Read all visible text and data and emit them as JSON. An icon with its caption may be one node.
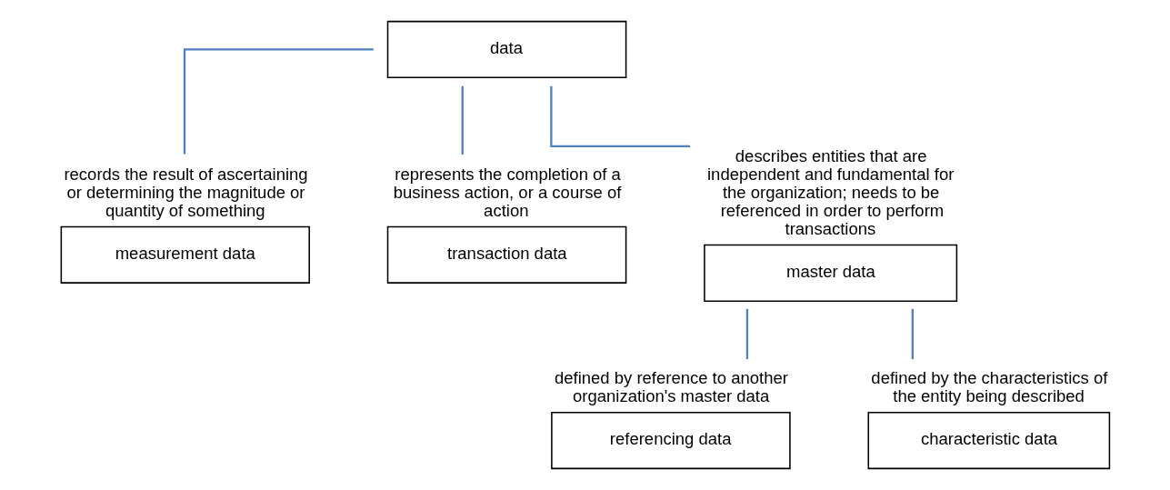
{
  "diagram": {
    "nodes": [
      {
        "text": [
          "data"
        ]
      },
      {
        "text": [
          "measurement data"
        ],
        "beside": [
          "records the result of ascertaining or determining the magnitude or quantity of something"
        ]
      },
      {
        "text": [
          "transaction data"
        ],
        "beside": [
          "represents the completion of a business action, or a course of action"
        ]
      },
      {
        "text": [
          "master data"
        ],
        "beside": [
          "describes entities that are independent and fundamental for the organization; needs to be referenced in order to perform transactions"
        ]
      },
      {
        "text": [
          "referencing data"
        ],
        "beside": [
          "defined by reference to another organization's master data"
        ]
      },
      {
        "text": [
          "characteristic data"
        ],
        "beside": [
          "defined by the characteristics of the entity being described"
        ]
      }
    ],
    "edges": [
      {
        "from": 0,
        "to": 1,
        "arrow": "none"
      },
      {
        "from": 0,
        "to": 2,
        "arrow": "none"
      },
      {
        "from": 0,
        "to": 3,
        "arrow": "none"
      },
      {
        "from": 3,
        "to": 4,
        "arrow": "none"
      },
      {
        "from": 3,
        "to": 5,
        "arrow": "none"
      }
    ]
  }
}
